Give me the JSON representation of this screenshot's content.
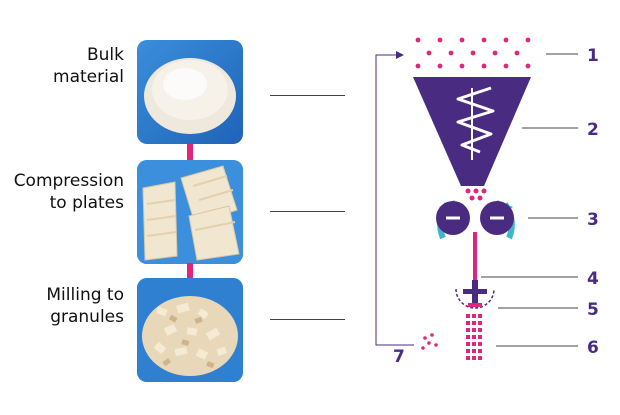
{
  "process_steps": {
    "bulk_material": "Bulk\nmaterial",
    "compression": "Compression\nto plates",
    "milling": "Milling to\ngranules"
  },
  "callouts": [
    "1",
    "2",
    "3",
    "4",
    "5",
    "6",
    "7"
  ],
  "colors": {
    "purple": "#4a2b82",
    "magenta": "#e0267a",
    "teal": "#3db8c8",
    "photo_blue": "#2a74c9"
  }
}
